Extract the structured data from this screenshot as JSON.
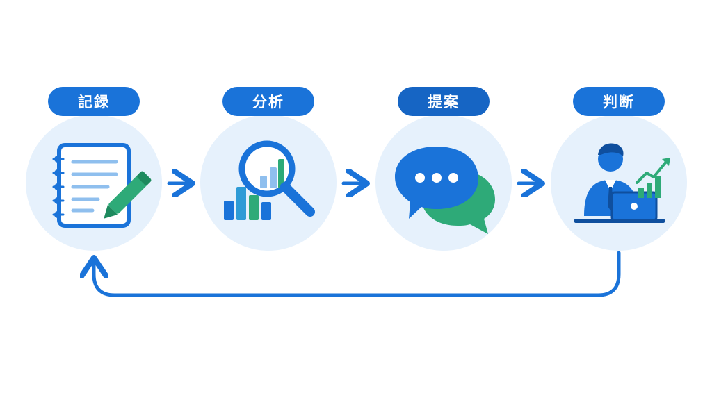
{
  "steps": [
    {
      "label": "記録",
      "icon": "notebook-pencil-icon"
    },
    {
      "label": "分析",
      "icon": "magnifier-chart-icon"
    },
    {
      "label": "提案",
      "icon": "chat-bubbles-icon"
    },
    {
      "label": "判断",
      "icon": "businessman-laptop-icon"
    }
  ],
  "colors": {
    "primary": "#1a73d9",
    "circle_bg": "#e6f1fc",
    "accent_green": "#2eaa78",
    "light_blue": "#8fbfee"
  }
}
